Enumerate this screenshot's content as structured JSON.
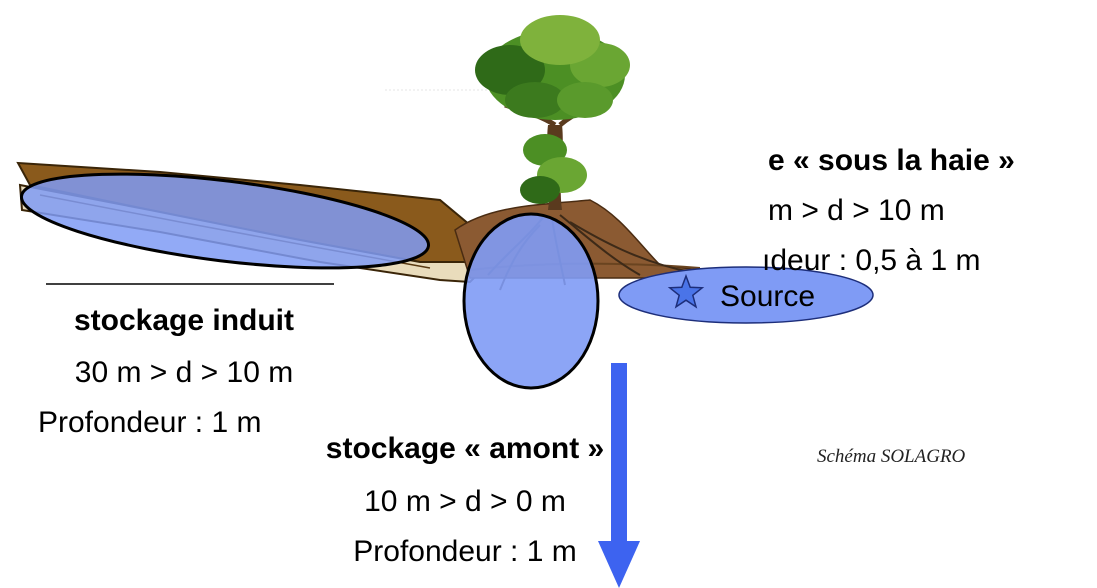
{
  "labels": {
    "induit": {
      "title": "stockage induit",
      "line1": "30 m > d > 10 m",
      "line2": "Profondeur : 1 m"
    },
    "amont": {
      "title": "stockage « amont »",
      "line1": "10 m > d > 0 m",
      "line2": "Profondeur : 1 m"
    },
    "sous_haie": {
      "title": "e « sous la haie »",
      "line1": "m > d > 10 m",
      "line2": "ıdeur : 0,5 à 1 m"
    },
    "source": "Source",
    "credit": "Schéma SOLAGRO"
  },
  "icons": {
    "source_marker": "star-icon",
    "flow_arrow": "arrow-down-icon"
  },
  "colors": {
    "storage_fill": "#7f9bf5",
    "arrow": "#3d63f0",
    "soil_brown": "#8a5a1c",
    "foliage": "#4c8f24"
  }
}
